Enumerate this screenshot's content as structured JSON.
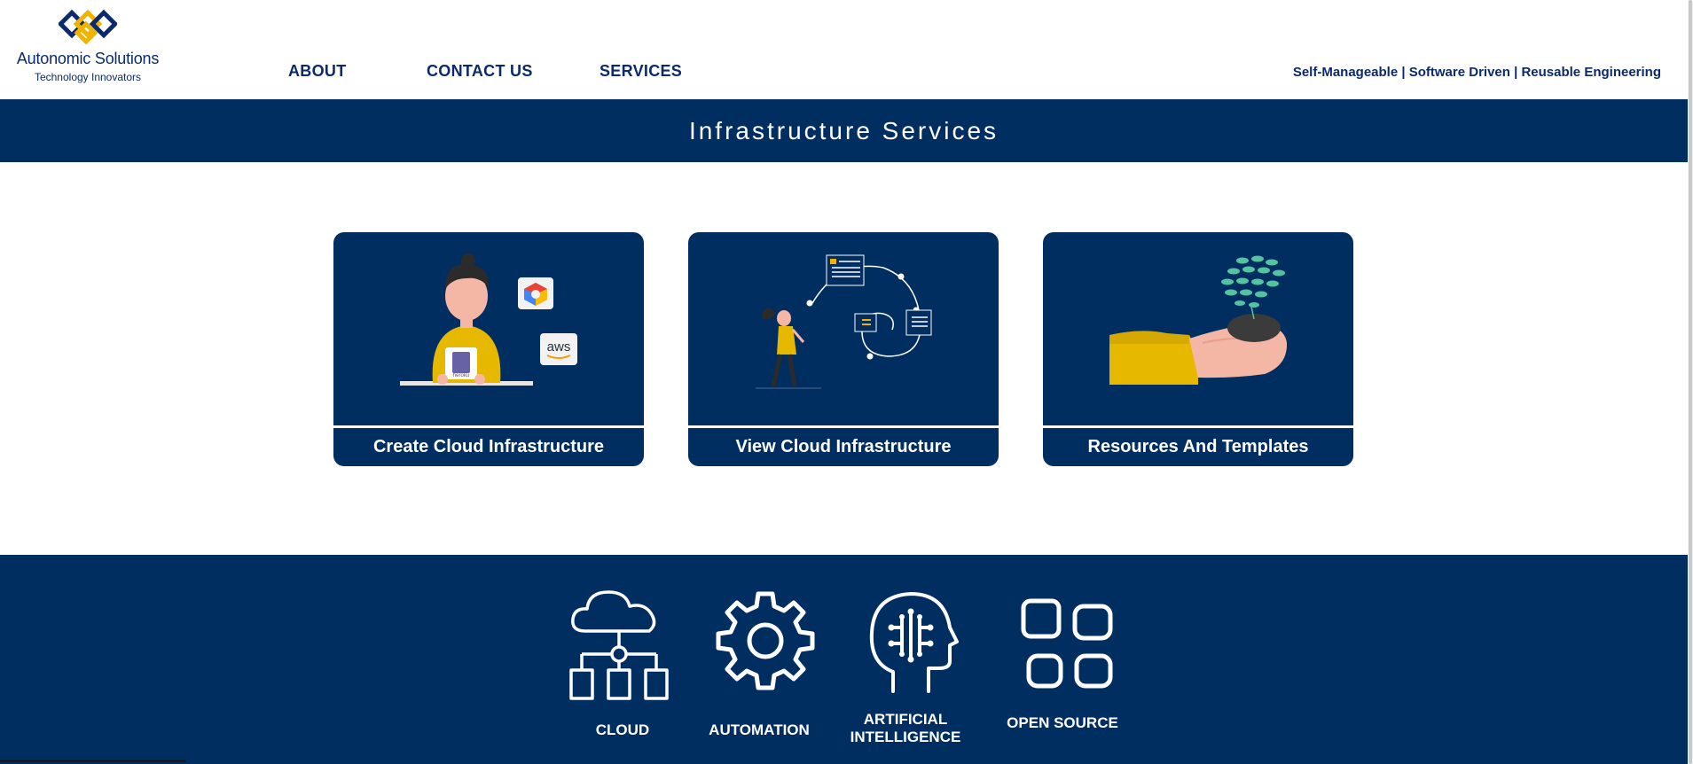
{
  "brand": {
    "name": "Autonomic Solutions",
    "tagline": "Technology Innovators",
    "colors": {
      "navy": "#002e61",
      "gold": "#f0b400",
      "text": "#0b2a6b"
    }
  },
  "nav": {
    "about": "ABOUT",
    "contact": "CONTACT US",
    "services": "SERVICES"
  },
  "header_tagline": "Self-Manageable | Software Driven | Reusable Engineering",
  "banner": {
    "title": "Infrastructure Services"
  },
  "cards": [
    {
      "label": "Create Cloud Infrastructure",
      "icons": [
        "gcp-icon",
        "aws-icon",
        "heroku-icon"
      ],
      "aws_text": "aws",
      "heroku_text": "heroku"
    },
    {
      "label": "View Cloud Infrastructure"
    },
    {
      "label": "Resources And Templates"
    }
  ],
  "features": [
    {
      "label_line1": "CLOUD",
      "icon": "cloud-network-icon"
    },
    {
      "label_line1": "AUTOMATION",
      "icon": "gear-icon"
    },
    {
      "label_line1": "ARTIFICIAL",
      "label_line2": "INTELLIGENCE",
      "icon": "ai-head-icon"
    },
    {
      "label_line1": "OPEN SOURCE",
      "icon": "apps-grid-icon"
    }
  ]
}
